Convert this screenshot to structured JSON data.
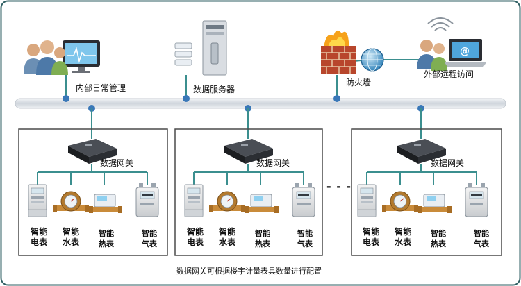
{
  "top_nodes": {
    "internal": {
      "label": "内部日常管理"
    },
    "server": {
      "label": "数据服务器"
    },
    "firewall": {
      "label": "防火墙"
    },
    "remote": {
      "label": "外部远程访问"
    }
  },
  "groups": [
    {
      "gateway_label": "数据网关",
      "devices": [
        {
          "name": "electric",
          "line1": "智能",
          "line2": "电表"
        },
        {
          "name": "water",
          "line1": "智能",
          "line2": "水表"
        },
        {
          "name": "heat",
          "line1": "智能",
          "line2": "热表"
        },
        {
          "name": "gas",
          "line1": "智能",
          "line2": "气表"
        }
      ]
    },
    {
      "gateway_label": "数据网关",
      "devices": [
        {
          "name": "electric",
          "line1": "智能",
          "line2": "电表"
        },
        {
          "name": "water",
          "line1": "智能",
          "line2": "水表"
        },
        {
          "name": "heat",
          "line1": "智能",
          "line2": "热表"
        },
        {
          "name": "gas",
          "line1": "智能",
          "line2": "气表"
        }
      ]
    },
    {
      "gateway_label": "数据网关",
      "devices": [
        {
          "name": "electric",
          "line1": "智能",
          "line2": "电表"
        },
        {
          "name": "water",
          "line1": "智能",
          "line2": "水表"
        },
        {
          "name": "heat",
          "line1": "智能",
          "line2": "热表"
        },
        {
          "name": "gas",
          "line1": "智能",
          "line2": "气表"
        }
      ]
    }
  ],
  "ellipsis": "- - -",
  "caption": "数据网关可根据楼宇计量表具数量进行配置",
  "colors": {
    "frame": "#2f5f63",
    "bus": "#dfe3e8",
    "link": "#3b8f8f",
    "node": "#3a78b8"
  }
}
